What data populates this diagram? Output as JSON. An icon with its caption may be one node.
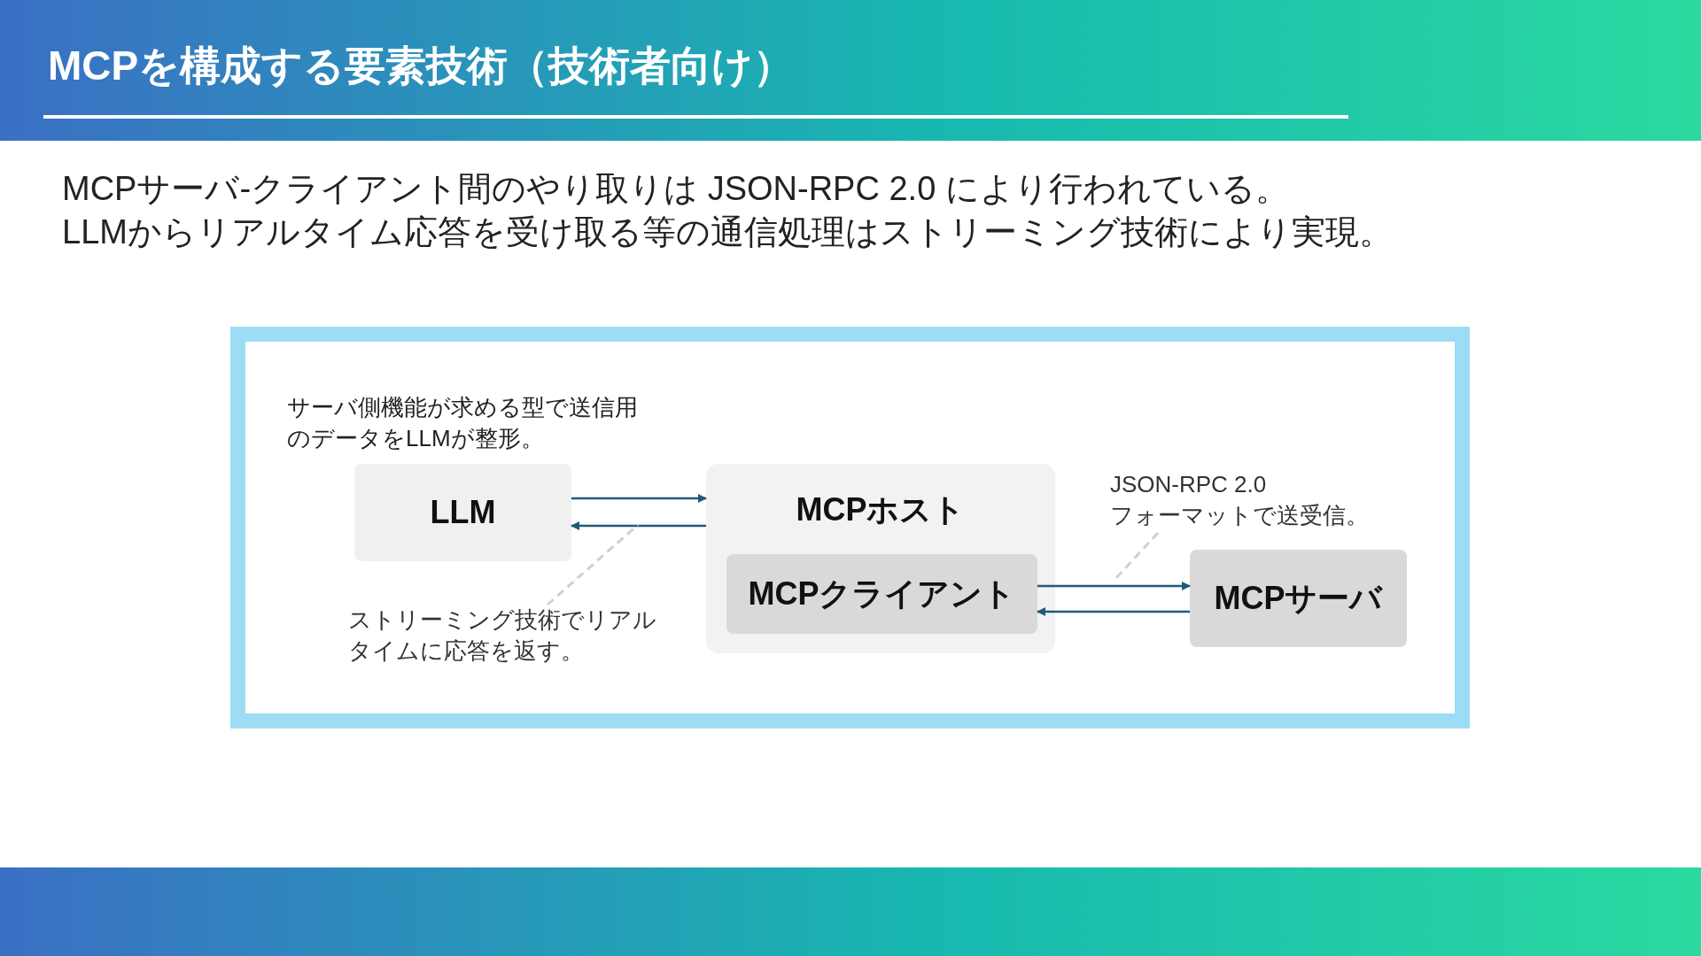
{
  "diagram": {
    "title": "MCPを構成する要素技術（技術者向け）",
    "nodes": [
      {
        "text": [
          "LLM"
        ]
      },
      {
        "text": [
          "MCPホスト"
        ]
      },
      {
        "text": [
          "MCPクライアント"
        ],
        "in": 1
      },
      {
        "text": [
          "MCPサーバ"
        ]
      },
      {
        "text": [
          "ストリーミング技術でリアルタイムに応答を返す。"
        ]
      },
      {
        "text": [
          "JSON-RPC 2.0 フォーマットで送受信。"
        ]
      }
    ],
    "edges": [
      {
        "from": 0,
        "to": 1,
        "arrow": "to"
      },
      {
        "from": 1,
        "to": 0,
        "arrow": "to"
      },
      {
        "from": 2,
        "to": 3,
        "arrow": "to"
      },
      {
        "from": 3,
        "to": 2,
        "arrow": "to"
      },
      {
        "from": 4,
        "to": null,
        "arrow": "none",
        "style": "dashed",
        "color": "#d0d0d0"
      },
      {
        "from": 5,
        "to": null,
        "arrow": "none",
        "style": "dashed",
        "color": "#d0d0d0"
      }
    ],
    "labels": [
      "MCPサーバ-クライアント間のやり取りは JSON-RPC 2.0 により行われている。",
      "LLMからリアルタイム応答を受け取る等の通信処理はストリーミング技術により実現。",
      "サーバ側機能が求める型で送信用のデータをLLMが整形。"
    ]
  }
}
